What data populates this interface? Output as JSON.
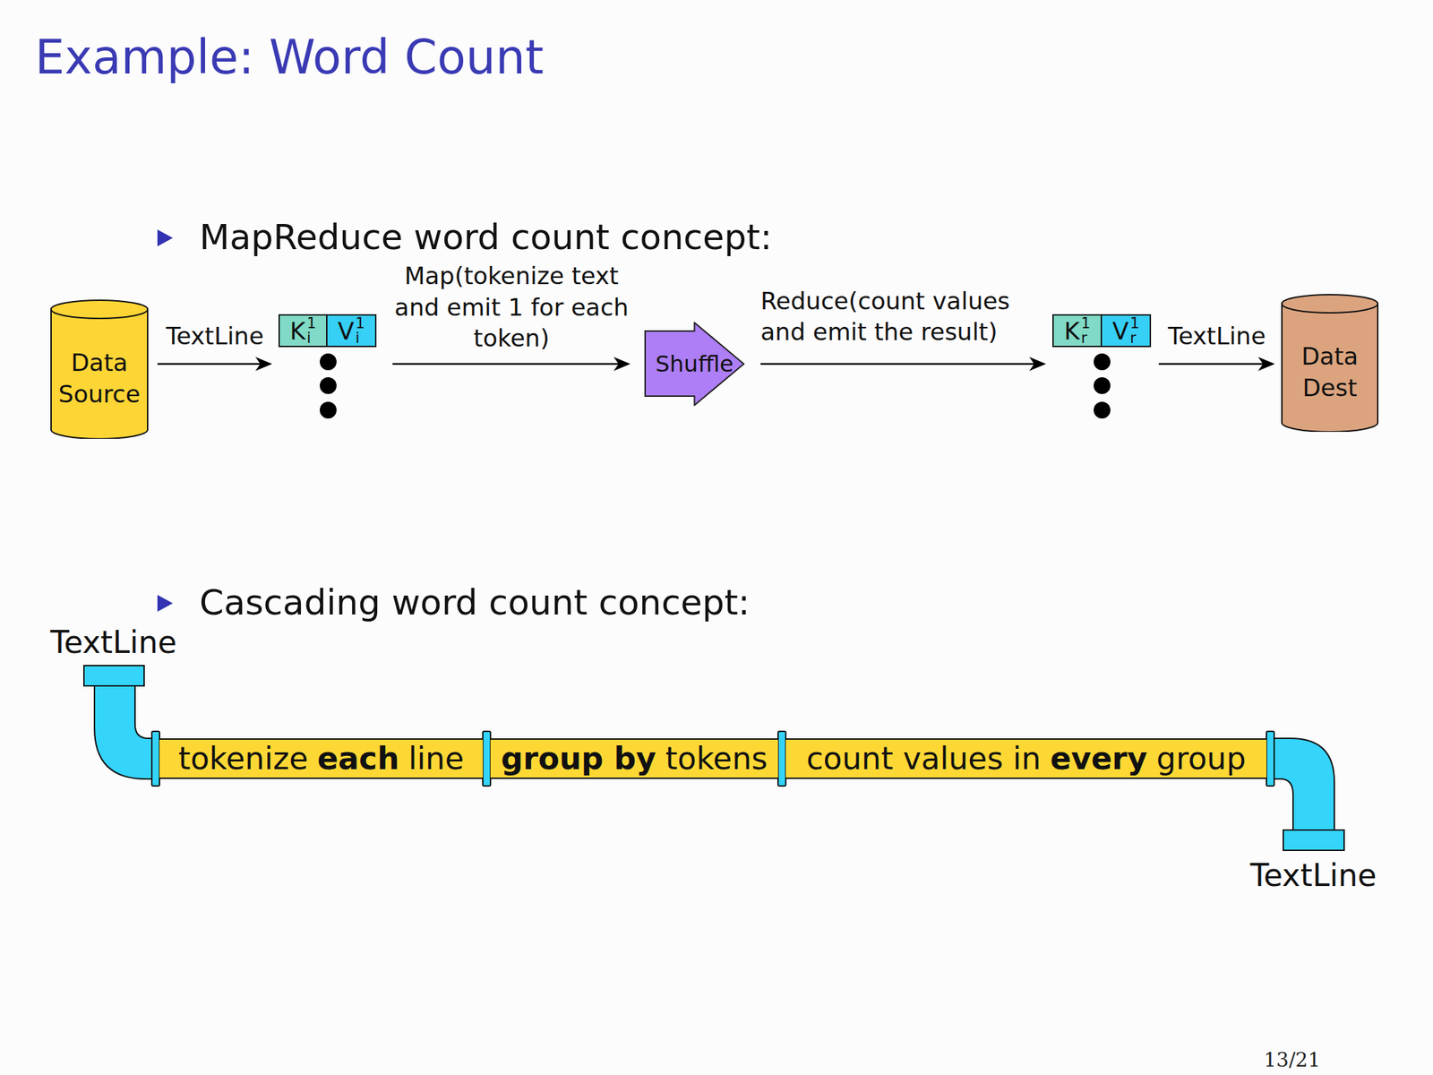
{
  "diagram": {
    "title": "Example: Word Count",
    "nodes": [
      {
        "text": [
          "Data Source"
        ]
      },
      {
        "text": [
          "K",
          "1",
          "i"
        ]
      },
      {
        "text": [
          "V",
          "1",
          "i"
        ]
      },
      {
        "text": [
          "Shuffle"
        ]
      },
      {
        "text": [
          "K",
          "1",
          "r"
        ]
      },
      {
        "text": [
          "V",
          "1",
          "r"
        ]
      },
      {
        "text": [
          "Data Dest"
        ]
      },
      {
        "text": [
          "tokenize",
          "each",
          "line"
        ]
      },
      {
        "text": [
          "group by",
          "tokens"
        ]
      },
      {
        "text": [
          "count values in",
          "every",
          "group"
        ]
      }
    ],
    "edges": [
      {
        "from": 0,
        "to": 1,
        "label": "TextLine",
        "arrow": "to"
      },
      {
        "from": 2,
        "to": 3,
        "label": "Map(tokenize text and emit 1 for each token)",
        "arrow": "to"
      },
      {
        "from": 3,
        "to": 4,
        "label": "Reduce(count values and emit the result)",
        "arrow": "to"
      },
      {
        "from": 5,
        "to": 6,
        "label": "TextLine",
        "arrow": "to"
      }
    ],
    "labels": [
      "MapReduce word count concept:",
      "Cascading word count concept:",
      "TextLine",
      "TextLine",
      "13/21"
    ]
  }
}
